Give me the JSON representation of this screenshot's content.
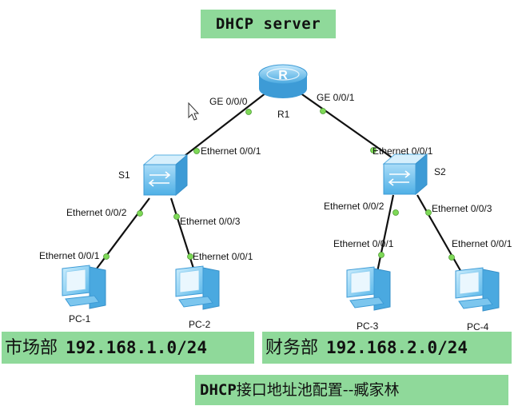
{
  "title": "DHCP server",
  "router": {
    "name": "R1",
    "port_left": "GE 0/0/0",
    "port_right": "GE 0/0/1"
  },
  "switches": [
    {
      "name": "S1",
      "uplink": "Ethernet 0/0/1",
      "port_a": "Ethernet 0/0/2",
      "port_b": "Ethernet 0/0/3"
    },
    {
      "name": "S2",
      "uplink": "Ethernet 0/0/1",
      "port_a": "Ethernet 0/0/2",
      "port_b": "Ethernet 0/0/3"
    }
  ],
  "pcs": [
    {
      "name": "PC-1",
      "port": "Ethernet 0/0/1"
    },
    {
      "name": "PC-2",
      "port": "Ethernet 0/0/1"
    },
    {
      "name": "PC-3",
      "port": "Ethernet 0/0/1"
    },
    {
      "name": "PC-4",
      "port": "Ethernet 0/0/1"
    }
  ],
  "segments": [
    {
      "dept": "市场部",
      "network": "192.168.1.0/24"
    },
    {
      "dept": "财务部",
      "network": "192.168.2.0/24"
    }
  ],
  "footer": {
    "prefix": "DHCP",
    "text": "接口地址池配置--臧家林"
  },
  "colors": {
    "label_bg": "#8fd99a",
    "port_dot": "#7ed957",
    "device_blue": "#5bb8ea",
    "link": "#111111"
  },
  "icons": {
    "router": "router-icon",
    "switch": "switch-icon",
    "pc": "pc-icon",
    "cursor": "cursor-icon"
  }
}
